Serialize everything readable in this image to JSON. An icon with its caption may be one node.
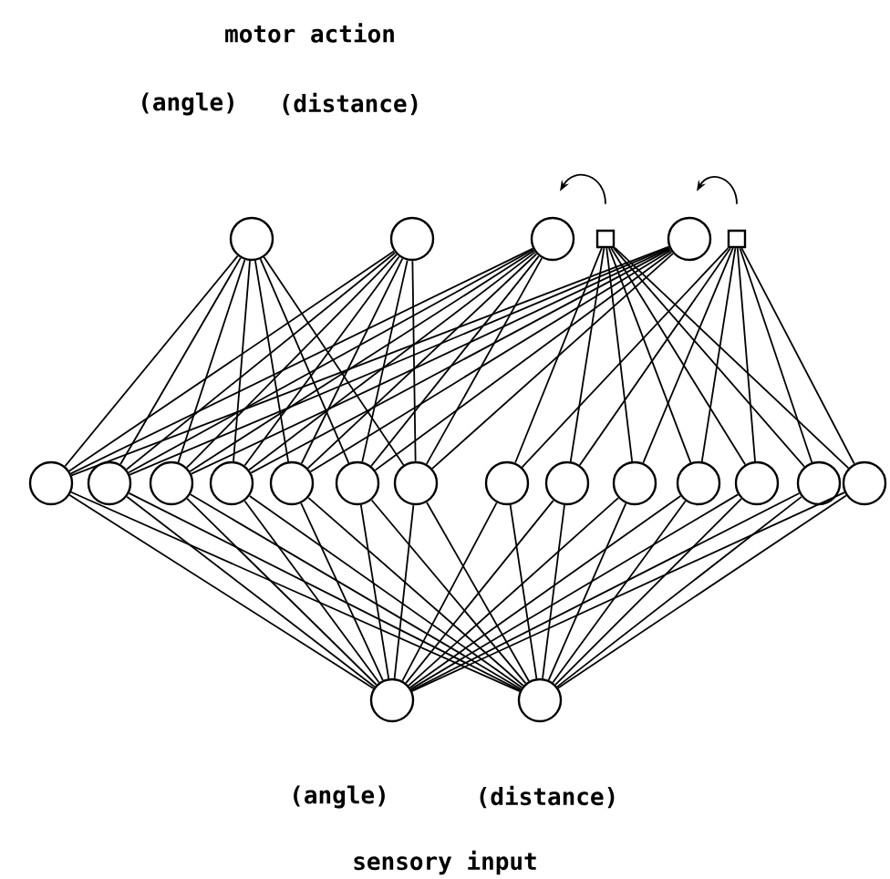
{
  "diagram": {
    "nodes": [
      {
        "text": [],
        "shape": "circle"
      },
      {
        "text": [],
        "shape": "circle"
      },
      {
        "text": [],
        "shape": "circle"
      },
      {
        "text": [],
        "shape": "box"
      },
      {
        "text": [],
        "shape": "circle"
      },
      {
        "text": [],
        "shape": "box"
      },
      {
        "text": [],
        "shape": "circle"
      },
      {
        "text": [],
        "shape": "circle"
      },
      {
        "text": [],
        "shape": "circle"
      },
      {
        "text": [],
        "shape": "circle"
      },
      {
        "text": [],
        "shape": "circle"
      },
      {
        "text": [],
        "shape": "circle"
      },
      {
        "text": [],
        "shape": "circle"
      },
      {
        "text": [],
        "shape": "circle"
      },
      {
        "text": [],
        "shape": "circle"
      },
      {
        "text": [],
        "shape": "circle"
      },
      {
        "text": [],
        "shape": "circle"
      },
      {
        "text": [],
        "shape": "circle"
      },
      {
        "text": [],
        "shape": "circle"
      },
      {
        "text": [],
        "shape": "circle"
      },
      {
        "text": [],
        "shape": "circle"
      },
      {
        "text": [],
        "shape": "circle"
      }
    ],
    "edges": [
      {
        "from": 3,
        "to": 2,
        "arrow": "to"
      },
      {
        "from": 5,
        "to": 4,
        "arrow": "to"
      },
      {
        "from": 0,
        "to": 6,
        "arrow": "none"
      },
      {
        "from": 0,
        "to": 7,
        "arrow": "none"
      },
      {
        "from": 0,
        "to": 8,
        "arrow": "none"
      },
      {
        "from": 0,
        "to": 9,
        "arrow": "none"
      },
      {
        "from": 0,
        "to": 10,
        "arrow": "none"
      },
      {
        "from": 0,
        "to": 11,
        "arrow": "none"
      },
      {
        "from": 0,
        "to": 12,
        "arrow": "none"
      },
      {
        "from": 1,
        "to": 6,
        "arrow": "none"
      },
      {
        "from": 1,
        "to": 7,
        "arrow": "none"
      },
      {
        "from": 1,
        "to": 8,
        "arrow": "none"
      },
      {
        "from": 1,
        "to": 9,
        "arrow": "none"
      },
      {
        "from": 1,
        "to": 10,
        "arrow": "none"
      },
      {
        "from": 1,
        "to": 11,
        "arrow": "none"
      },
      {
        "from": 1,
        "to": 12,
        "arrow": "none"
      },
      {
        "from": 2,
        "to": 6,
        "arrow": "none"
      },
      {
        "from": 2,
        "to": 7,
        "arrow": "none"
      },
      {
        "from": 2,
        "to": 8,
        "arrow": "none"
      },
      {
        "from": 2,
        "to": 9,
        "arrow": "none"
      },
      {
        "from": 2,
        "to": 10,
        "arrow": "none"
      },
      {
        "from": 2,
        "to": 11,
        "arrow": "none"
      },
      {
        "from": 2,
        "to": 12,
        "arrow": "none"
      },
      {
        "from": 3,
        "to": 13,
        "arrow": "none"
      },
      {
        "from": 3,
        "to": 14,
        "arrow": "none"
      },
      {
        "from": 3,
        "to": 15,
        "arrow": "none"
      },
      {
        "from": 3,
        "to": 16,
        "arrow": "none"
      },
      {
        "from": 3,
        "to": 17,
        "arrow": "none"
      },
      {
        "from": 3,
        "to": 18,
        "arrow": "none"
      },
      {
        "from": 3,
        "to": 19,
        "arrow": "none"
      },
      {
        "from": 4,
        "to": 6,
        "arrow": "none"
      },
      {
        "from": 4,
        "to": 7,
        "arrow": "none"
      },
      {
        "from": 4,
        "to": 8,
        "arrow": "none"
      },
      {
        "from": 4,
        "to": 9,
        "arrow": "none"
      },
      {
        "from": 4,
        "to": 10,
        "arrow": "none"
      },
      {
        "from": 4,
        "to": 11,
        "arrow": "none"
      },
      {
        "from": 4,
        "to": 12,
        "arrow": "none"
      },
      {
        "from": 5,
        "to": 13,
        "arrow": "none"
      },
      {
        "from": 5,
        "to": 14,
        "arrow": "none"
      },
      {
        "from": 5,
        "to": 15,
        "arrow": "none"
      },
      {
        "from": 5,
        "to": 16,
        "arrow": "none"
      },
      {
        "from": 5,
        "to": 17,
        "arrow": "none"
      },
      {
        "from": 5,
        "to": 18,
        "arrow": "none"
      },
      {
        "from": 5,
        "to": 19,
        "arrow": "none"
      },
      {
        "from": 20,
        "to": 6,
        "arrow": "none"
      },
      {
        "from": 20,
        "to": 7,
        "arrow": "none"
      },
      {
        "from": 20,
        "to": 8,
        "arrow": "none"
      },
      {
        "from": 20,
        "to": 9,
        "arrow": "none"
      },
      {
        "from": 20,
        "to": 10,
        "arrow": "none"
      },
      {
        "from": 20,
        "to": 11,
        "arrow": "none"
      },
      {
        "from": 20,
        "to": 12,
        "arrow": "none"
      },
      {
        "from": 20,
        "to": 13,
        "arrow": "none"
      },
      {
        "from": 20,
        "to": 14,
        "arrow": "none"
      },
      {
        "from": 20,
        "to": 15,
        "arrow": "none"
      },
      {
        "from": 20,
        "to": 16,
        "arrow": "none"
      },
      {
        "from": 20,
        "to": 17,
        "arrow": "none"
      },
      {
        "from": 20,
        "to": 18,
        "arrow": "none"
      },
      {
        "from": 20,
        "to": 19,
        "arrow": "none"
      },
      {
        "from": 21,
        "to": 6,
        "arrow": "none"
      },
      {
        "from": 21,
        "to": 7,
        "arrow": "none"
      },
      {
        "from": 21,
        "to": 8,
        "arrow": "none"
      },
      {
        "from": 21,
        "to": 9,
        "arrow": "none"
      },
      {
        "from": 21,
        "to": 10,
        "arrow": "none"
      },
      {
        "from": 21,
        "to": 11,
        "arrow": "none"
      },
      {
        "from": 21,
        "to": 12,
        "arrow": "none"
      },
      {
        "from": 21,
        "to": 13,
        "arrow": "none"
      },
      {
        "from": 21,
        "to": 14,
        "arrow": "none"
      },
      {
        "from": 21,
        "to": 15,
        "arrow": "none"
      },
      {
        "from": 21,
        "to": 16,
        "arrow": "none"
      },
      {
        "from": 21,
        "to": 17,
        "arrow": "none"
      },
      {
        "from": 21,
        "to": 18,
        "arrow": "none"
      },
      {
        "from": 21,
        "to": 19,
        "arrow": "none"
      }
    ],
    "labels": [
      "motor action",
      "(angle)",
      "(distance)",
      "(angle)",
      "(distance)",
      "sensory input"
    ]
  }
}
